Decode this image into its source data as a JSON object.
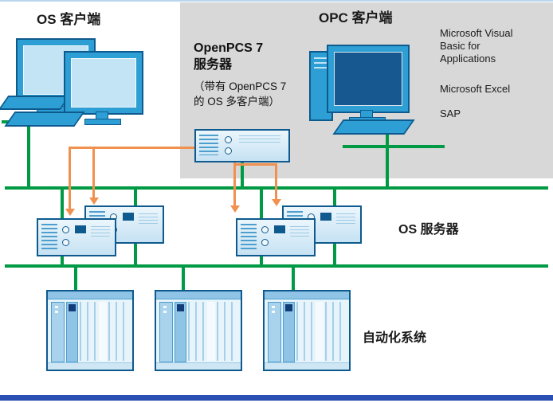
{
  "labels": {
    "os_clients": "OS 客户端",
    "opc_clients": "OPC 客户端",
    "openpcs7_line1": "OpenPCS 7",
    "openpcs7_line2": "服务器",
    "openpcs7_note1": "（带有 OpenPCS 7",
    "openpcs7_note2": "的 OS 多客户端）",
    "os_servers": "OS 服务器",
    "automation_systems": "自动化系统"
  },
  "apps": [
    {
      "label": "Microsoft Visual Basic for Applications"
    },
    {
      "label": "Microsoft Excel"
    },
    {
      "label": "SAP"
    }
  ],
  "colors": {
    "network_green": "#009a44",
    "arrow_orange": "#f0914f",
    "device_blue": "#2e9fd4",
    "device_outline_blue": "#0e5a8e",
    "screen_light_blue": "#c2e4f5",
    "screen_dark_blue": "#16588f",
    "panel_gray": "#d8d8d8",
    "footer_blue": "#2a50b4"
  }
}
